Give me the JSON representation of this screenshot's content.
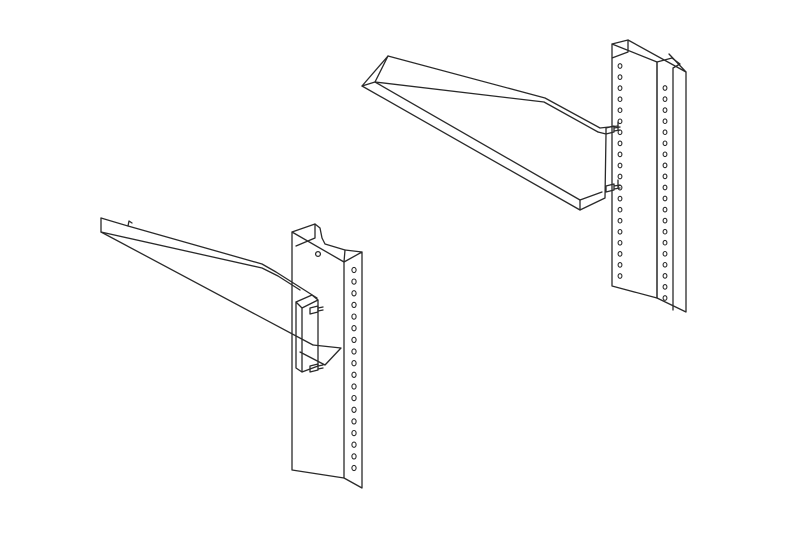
{
  "diagram": {
    "description_visible_text": "",
    "colors": {
      "background": "#ffffff",
      "line": "#2a2a2a",
      "fill": "#ffffff",
      "hole": "#ffffff"
    },
    "parts": [
      {
        "name": "left-rack-rail",
        "hole_count": 18
      },
      {
        "name": "left-cantilever-shelf-bracket",
        "screw_count": 2
      },
      {
        "name": "right-rack-rail",
        "hole_count": 20
      },
      {
        "name": "right-cantilever-shelf-bracket",
        "screw_count": 2
      }
    ]
  }
}
